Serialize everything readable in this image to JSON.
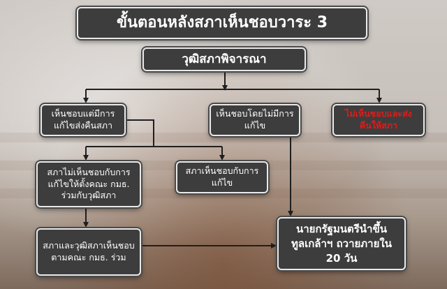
{
  "title": "ขั้นตอนหลังสภาเห็นชอบวาระ 3",
  "header": "วุฒิสภาพิจารณา",
  "nodes": {
    "approve_amend": "เห็นชอบแต่มีการแก้ไขส่งคืนสภา",
    "approve_no_amend": "เห็นชอบโดยไม่มีการแก้ไข",
    "disapprove": "ไม่เห็นชอบและส่งคืนให้สภา",
    "house_disagree": "สภาไม่เห็นชอบกับการแก้ไขให้ตั้งคณะ กมธ. ร่วมกับวุฒิสภา",
    "house_agree": "สภาเห็นชอบกับการแก้ไข",
    "both_agree": "สภาและวุฒิสภาเห็นชอบตามคณะ กมธ. ร่วม",
    "final": "นายกรัฐมนตรีนำขึ้นทูลเกล้าฯ ถวายภายใน 20 วัน"
  },
  "colors": {
    "box_fill": "#3d3d3d",
    "box_border": "#e9e9e9",
    "text": "#ffffff",
    "alert_text": "#e01b1b",
    "connector": "#1f1f1f"
  }
}
